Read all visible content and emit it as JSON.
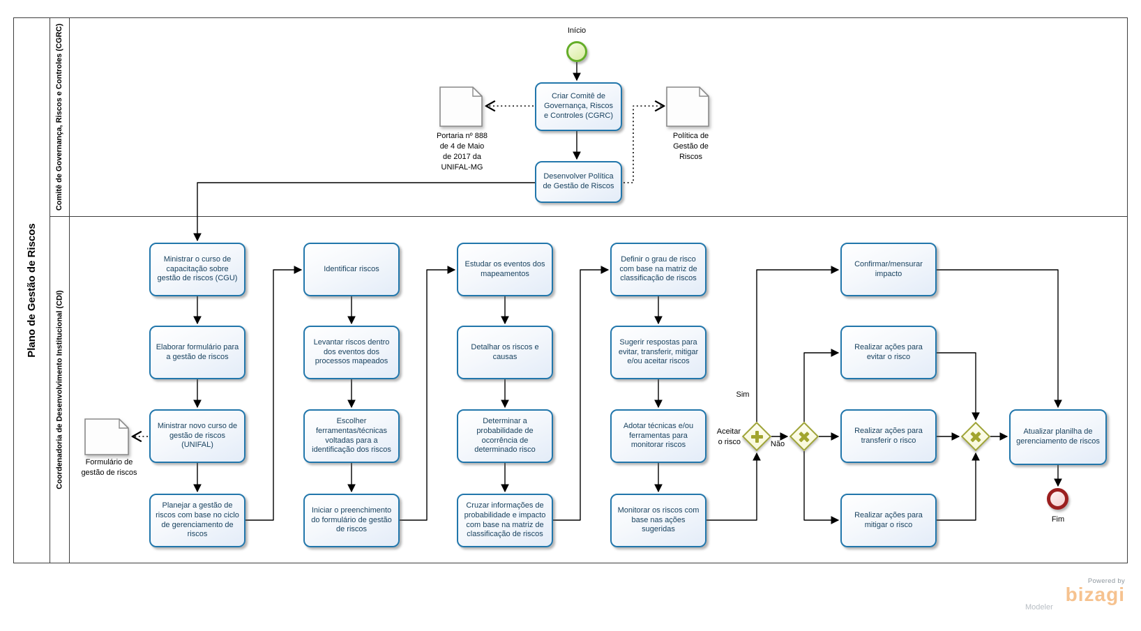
{
  "pool": {
    "title": "Plano de Gestão de Riscos",
    "lanes": [
      {
        "label": "Comitê de Governança, Riscos e Controles (CGRC)"
      },
      {
        "label": "Coordenadoria de Desenvolvimento Institucional (CDI)"
      }
    ]
  },
  "events": {
    "start": "Início",
    "end": "Fim"
  },
  "tasks": {
    "criar": "Criar Comitê de Governança, Riscos e Controles (CGRC)",
    "desenvolver": "Desenvolver Política de Gestão de Riscos",
    "ministrar_cgu": "Ministrar o curso de capacitação sobre gestão de riscos (CGU)",
    "elaborar": "Elaborar formulário para a gestão de riscos",
    "ministrar_unifal": "Ministrar novo curso de gestão de riscos (UNIFAL)",
    "planejar": "Planejar a gestão de riscos com base no ciclo de gerenciamento de riscos",
    "identificar": "Identificar riscos",
    "levantar": "Levantar riscos dentro dos eventos dos processos mapeados",
    "escolher": "Escolher ferramentas/técnicas voltadas para a identificação dos riscos",
    "iniciar": "Iniciar o preenchimento do formulário de gestão de riscos",
    "estudar": "Estudar os eventos dos mapeamentos",
    "detalhar": "Detalhar os riscos e causas",
    "determinar": "Determinar a probabilidade de ocorrência de determinado risco",
    "cruzar": "Cruzar informações de probabilidade e impacto com base na matriz de classificação de riscos",
    "definir": "Definir o grau de risco com base na matriz de classificação de riscos",
    "sugerir": "Sugerir respostas para evitar, transferir, mitigar e/ou aceitar riscos",
    "adotar": "Adotar técnicas e/ou ferramentas para monitorar riscos",
    "monitorar": "Monitorar os riscos com base nas ações sugeridas",
    "confirmar": "Confirmar/mensurar impacto",
    "evitar": "Realizar ações para evitar o risco",
    "transferir": "Realizar ações para transferir o risco",
    "mitigar": "Realizar ações para mitigar o risco",
    "atualizar": "Atualizar planilha de gerenciamento de riscos"
  },
  "documents": {
    "portaria": "Portaria nº 888\nde 4 de Maio\nde 2017 da\nUNIFAL-MG",
    "politica": "Política de\nGestão de\nRiscos",
    "formulario": "Formulário de\ngestão de riscos"
  },
  "gateways": {
    "aceitar_label": "Aceitar\no risco",
    "sim": "Sim",
    "nao": "Não"
  },
  "branding": {
    "powered_by": "Powered by",
    "logo": "bizagi",
    "product": "Modeler"
  },
  "colors": {
    "task_border": "#2176ab",
    "gateway_border": "#9fa437",
    "gateway_glyph": "#a2a52f",
    "start_event_green": "#64ad28",
    "end_event_red": "#9b1f1f",
    "logo_orange": "#f6c28f"
  }
}
